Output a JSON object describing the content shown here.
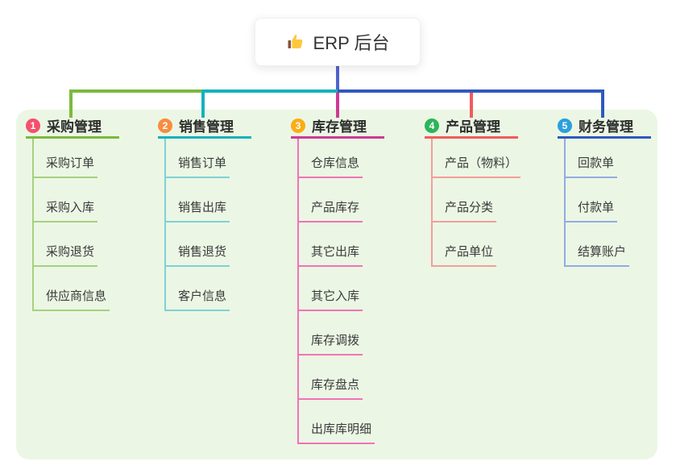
{
  "root": {
    "label": "ERP 后台",
    "icon": "thumbs-up-icon",
    "icon_color": "#FFC83D",
    "icon_cuff_color": "#8A5340"
  },
  "canvas": {
    "background": "#ffffff",
    "panel_background": "#EBF7E4",
    "stem_color": "#5163CE"
  },
  "branches": [
    {
      "number": "1",
      "title": "采购管理",
      "badge_color": "#F4516C",
      "line_color": "#7CB93E",
      "child_line_color": "#A6D07F",
      "children": [
        "采购订单",
        "采购入库",
        "采购退货",
        "供应商信息"
      ]
    },
    {
      "number": "2",
      "title": "销售管理",
      "badge_color": "#F98C41",
      "line_color": "#13B2BE",
      "child_line_color": "#7FD1D6",
      "children": [
        "销售订单",
        "销售出库",
        "销售退货",
        "客户信息"
      ]
    },
    {
      "number": "3",
      "title": "库存管理",
      "badge_color": "#FBAD15",
      "line_color": "#CE3A94",
      "child_line_color": "#F272B8",
      "children": [
        "仓库信息",
        "产品库存",
        "其它出库",
        "其它入库",
        "库存调拨",
        "库存盘点",
        "出库库明细"
      ]
    },
    {
      "number": "4",
      "title": "产品管理",
      "badge_color": "#2DB45A",
      "line_color": "#F15B5B",
      "child_line_color": "#F59D9D",
      "children": [
        "产品（物料）",
        "产品分类",
        "产品单位"
      ]
    },
    {
      "number": "5",
      "title": "财务管理",
      "badge_color": "#2BA0DB",
      "line_color": "#3059BE",
      "child_line_color": "#94AAE4",
      "children": [
        "回款单",
        "付款单",
        "结算账户"
      ]
    }
  ]
}
